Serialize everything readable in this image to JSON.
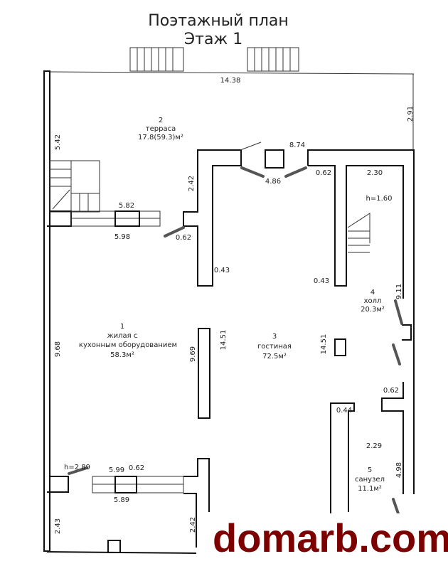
{
  "title": {
    "line1": "Поэтажный план",
    "line2": "Этаж 1"
  },
  "rooms": [
    {
      "number": "1",
      "name_line1": "жилая с",
      "name_line2": "кухонным оборудованием",
      "area": "58.3м²"
    },
    {
      "number": "2",
      "name": "терраса",
      "area": "17.8(59.3)м²"
    },
    {
      "number": "3",
      "name": "гостиная",
      "area": "72.5м²"
    },
    {
      "number": "4",
      "name": "холл",
      "area": "20.3м²"
    },
    {
      "number": "5",
      "name": "санузел",
      "area": "11.1м²"
    }
  ],
  "dimensions": {
    "top": "14.38",
    "right_top": "2.91",
    "left_top": "5.42",
    "d874": "8.74",
    "d242a": "2.42",
    "d486": "4.86",
    "d062a": "0.62",
    "d230": "2.30",
    "h160": "h=1.60",
    "d582": "5.82",
    "d598": "5.98",
    "d062b": "0.62",
    "d043a": "0.43",
    "d043b": "0.43",
    "d911": "9.11",
    "d968": "9.68",
    "d969": "9.69",
    "d1451a": "14.51",
    "d1451b": "14.51",
    "d062c": "0.62",
    "d044": "0.44",
    "d229": "2.29",
    "h289": "h=2.89",
    "d599": "5.99",
    "d062d": "0.62",
    "d589": "5.89",
    "d498": "4.98",
    "d243": "2.43",
    "d242b": "2.42"
  },
  "watermark": "domarb.com"
}
